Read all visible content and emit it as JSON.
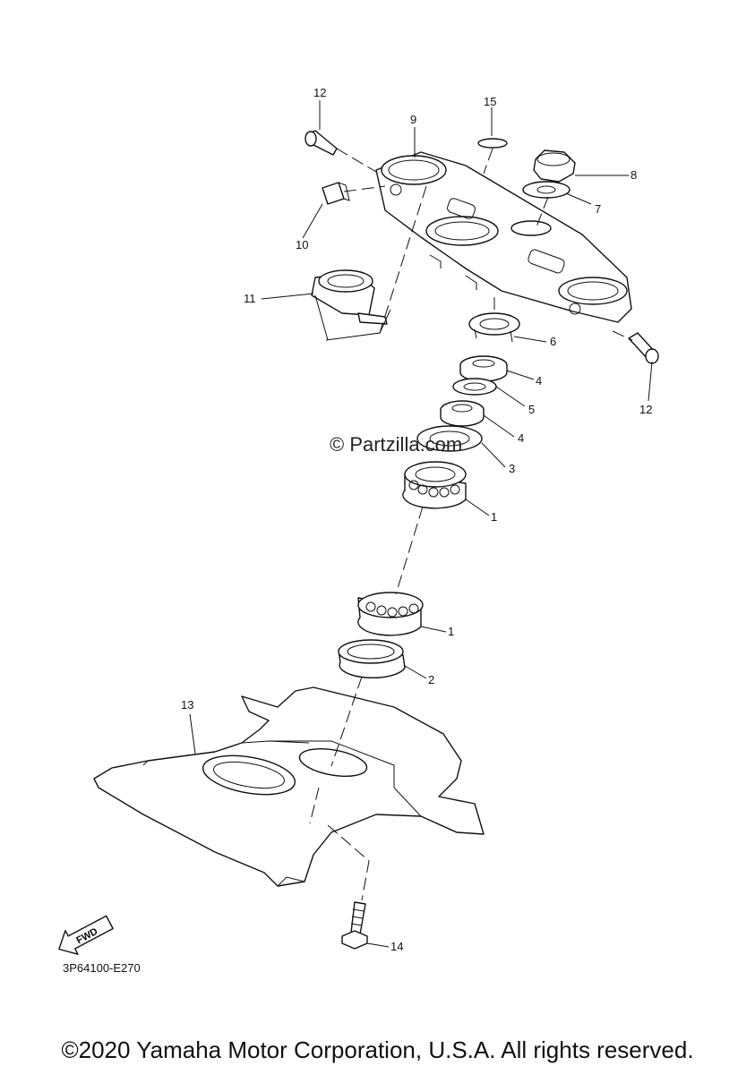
{
  "watermark": "© Partzilla.com",
  "diagram_code": "3P64100-E270",
  "copyright": "©2020 Yamaha Motor Corporation, U.S.A. All rights reserved.",
  "fwd_label": "FWD",
  "callouts": {
    "c1a": "1",
    "c1b": "1",
    "c2": "2",
    "c3": "3",
    "c4a": "4",
    "c4b": "4",
    "c5": "5",
    "c6": "6",
    "c7": "7",
    "c8": "8",
    "c9": "9",
    "c10": "10",
    "c11": "11",
    "c12a": "12",
    "c12b": "12",
    "c13": "13",
    "c14": "14",
    "c15": "15"
  }
}
